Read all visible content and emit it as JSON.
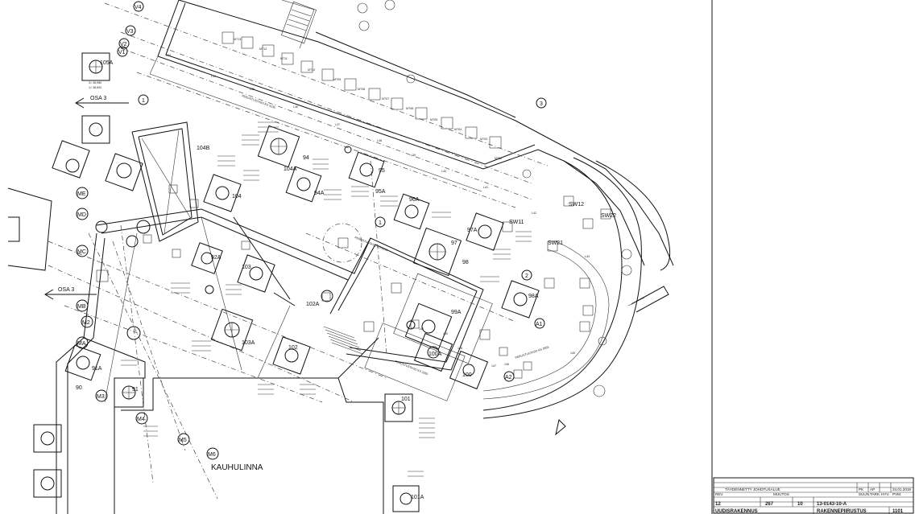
{
  "drawing": {
    "location_label": "KAUHULINNA",
    "direction_arrows": [
      "OSA 3",
      "OSA 3"
    ],
    "axes": [
      "V4",
      "V3",
      "V2",
      "V1",
      "1",
      "3",
      "1",
      "2",
      "A1",
      "A2",
      "ME",
      "MD",
      "MC",
      "MB",
      "M2",
      "MA",
      "M3",
      "M4",
      "M5",
      "M6"
    ],
    "footings": [
      "105A",
      "104B",
      "104",
      "104A",
      "94",
      "94A",
      "95",
      "95A",
      "96A",
      "97",
      "97A",
      "98",
      "98A",
      "99A",
      "100A",
      "100",
      "101",
      "101A",
      "102",
      "102A",
      "103",
      "103A",
      "92A",
      "91",
      "91A",
      "90"
    ],
    "steel_columns": [
      "MT13",
      "MT12",
      "MT11",
      "MT10",
      "MT09",
      "MT08",
      "MT07",
      "MT06",
      "MT05",
      "MT04",
      "MT03",
      "MT02",
      "SW11",
      "SW12",
      "SW21",
      "SW22"
    ],
    "grid_numbers": [
      "L33",
      "L34",
      "L35",
      "L36",
      "L37",
      "L38",
      "L39",
      "L40",
      "L41",
      "L42",
      "L43",
      "145",
      "146",
      "147",
      "148",
      "149",
      "150"
    ],
    "spec_notes": [
      "3= 38,980",
      "1= 38,600",
      "PERUSTUSTASO KS 3135",
      "PERUSTUSTASO KS 3210",
      "PERUSTUSTASO KS 3555",
      "PERUSTUSTASO KS 3350"
    ]
  },
  "title_block": {
    "rev_text": "TÄYDENNETTY JOHDTUSALUE",
    "rev_initials": "PK",
    "rev_approver": "AP",
    "rev_date": "24.01.2019",
    "rev_label": "REV.",
    "change_label": "MUUTOS",
    "header_labels": [
      "SUUN.",
      "TARK.",
      "HYV.",
      "PVM."
    ],
    "field_a": "12",
    "field_b": "267",
    "field_c": "10",
    "drawing_code": "13-0143-10-A",
    "project_type": "UUDISRAKENNUS",
    "drawing_type": "RAKENNEPIIRUSTUS",
    "sheet_no": "1101"
  }
}
